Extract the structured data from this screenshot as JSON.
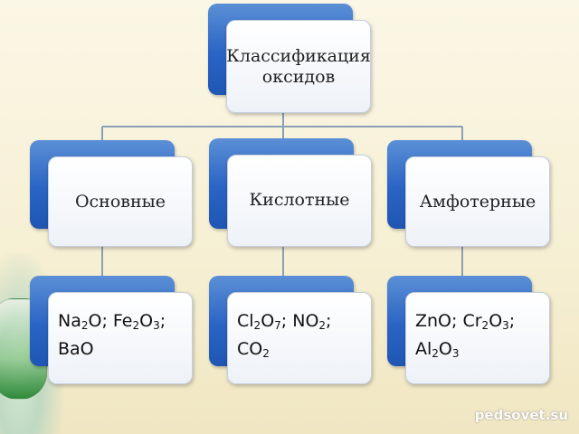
{
  "root": {
    "line1": "Классификация",
    "line2": "оксидов"
  },
  "categories": [
    {
      "label": "Основные"
    },
    {
      "label": "Кислотные"
    },
    {
      "label": "Амфотерные"
    }
  ],
  "examples": [
    {
      "line1": [
        "Na",
        "2",
        "O; Fe",
        "2",
        "O",
        "3",
        ";"
      ],
      "line2": [
        "BaO"
      ]
    },
    {
      "line1": [
        "Cl",
        "2",
        "O",
        "7",
        "; NO",
        "2",
        ";"
      ],
      "line2": [
        "CO",
        "2"
      ]
    },
    {
      "line1": [
        "ZnO; Cr",
        "2",
        "O",
        "3",
        ";"
      ],
      "line2": [
        "Al",
        "2",
        "O",
        "3"
      ]
    }
  ],
  "watermark": "pedsovet.su",
  "colors": {
    "box_blue": "#2a64c4",
    "connector": "#8aa0b8"
  }
}
